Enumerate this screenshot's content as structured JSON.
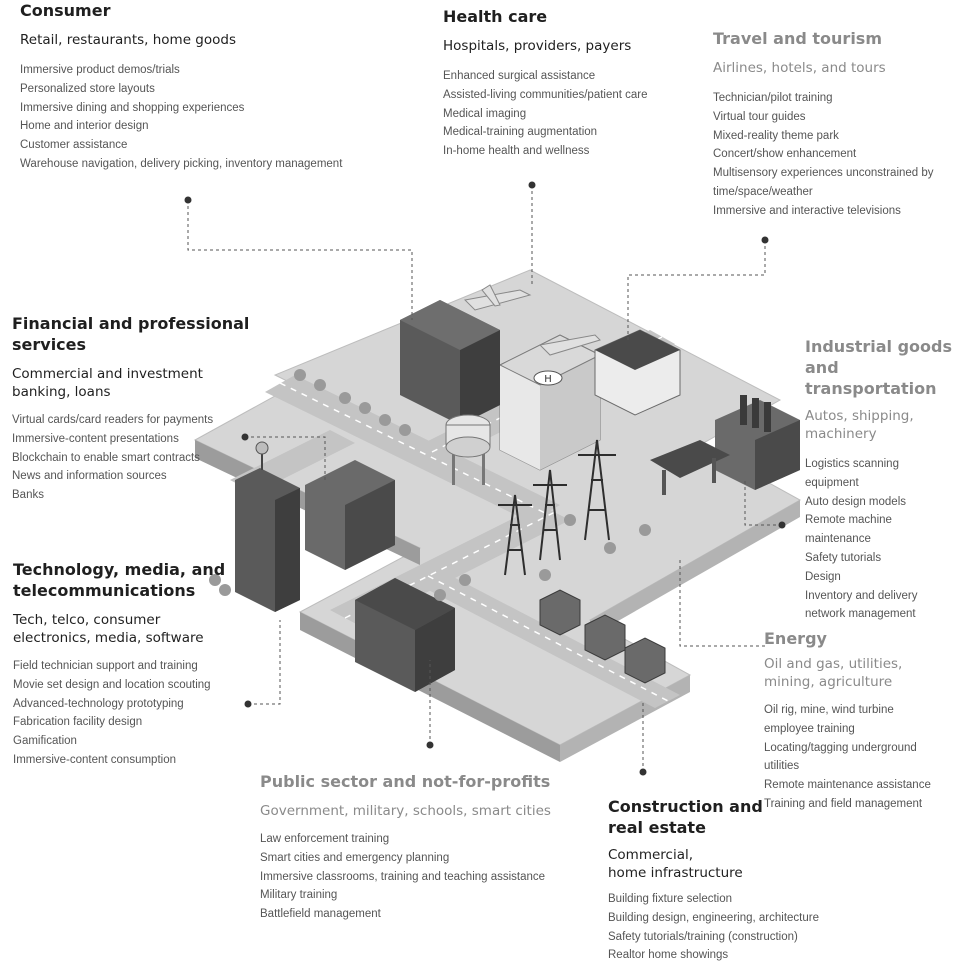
{
  "sectors": [
    {
      "key": "consumer",
      "title": "Consumer",
      "subtitle": "Retail, restaurants, home goods",
      "items": [
        "Immersive product demos/trials",
        "Personalized store layouts",
        "Immersive dining and shopping experiences",
        "Home and interior design",
        "Customer assistance",
        "Warehouse navigation, delivery picking, inventory management"
      ]
    },
    {
      "key": "health-care",
      "title": "Health care",
      "subtitle": "Hospitals, providers, payers",
      "items": [
        "Enhanced surgical assistance",
        "Assisted-living communities/patient care",
        "Medical imaging",
        "Medical-training augmentation",
        "In-home health and wellness"
      ]
    },
    {
      "key": "travel",
      "title": "Travel and tourism",
      "subtitle": "Airlines, hotels, and tours",
      "items": [
        "Technician/pilot training",
        "Virtual tour guides",
        "Mixed-reality theme park",
        "Concert/show enhancement",
        "Multisensory experiences unconstrained by",
        "time/space/weather",
        "Immersive and interactive televisions"
      ]
    },
    {
      "key": "financial",
      "title": "Financial and professional services",
      "subtitle": "Commercial and investment\nbanking, loans",
      "items": [
        "Virtual cards/card readers for payments",
        "Immersive-content presentations",
        "Blockchain to enable smart contracts",
        "News and information sources",
        "Banks"
      ]
    },
    {
      "key": "industrial",
      "title": "Industrial goods\nand transportation",
      "subtitle": "Autos, shipping,\nmachinery",
      "items": [
        "Logistics scanning",
        "equipment",
        "Auto design models",
        "Remote machine",
        "maintenance",
        "Safety tutorials",
        "Design",
        "Inventory and delivery",
        "network management"
      ]
    },
    {
      "key": "technology",
      "title": "Technology, media, and\ntelecommunications",
      "subtitle": "Tech, telco, consumer\nelectronics, media, software",
      "items": [
        "Field technician support and training",
        "Movie set design and location scouting",
        "Advanced-technology prototyping",
        "Fabrication facility design",
        "Gamification",
        "Immersive-content consumption"
      ]
    },
    {
      "key": "energy",
      "title": "Energy",
      "subtitle": "Oil and gas, utilities,\nmining, agriculture",
      "items": [
        "Oil rig, mine, wind turbine",
        "employee training",
        "Locating/tagging underground",
        "utilities",
        "Remote maintenance assistance",
        "Training and field management"
      ]
    },
    {
      "key": "public",
      "title": "Public sector and not-for-profits",
      "subtitle": "Government, military, schools, smart cities",
      "items": [
        "Law enforcement training",
        "Smart cities and emergency planning",
        "Immersive classrooms, training and teaching assistance",
        "Military training",
        "Battlefield management"
      ]
    },
    {
      "key": "construction",
      "title": "Construction and\nreal estate",
      "subtitle": "Commercial,\nhome infrastructure",
      "items": [
        "Building fixture selection",
        "Building design, engineering, architecture",
        "Safety tutorials/training (construction)",
        "Realtor home showings"
      ]
    }
  ],
  "colors": {
    "dark_heading": "#1f1f1f",
    "light_heading": "#8a8a8a",
    "item_text": "#555555",
    "ground": "#d4d4d4",
    "road": "#c2c2c2",
    "building_dark": "#4a4a4a",
    "building_mid": "#7a7a7a",
    "building_light": "#e6e6e6"
  },
  "illustration": {
    "hospital_sign": "H"
  }
}
